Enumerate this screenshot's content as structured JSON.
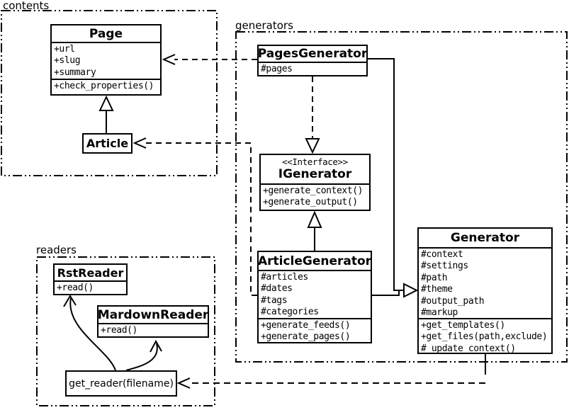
{
  "colors": {
    "background": "#ffffff",
    "ink": "#000000"
  },
  "packages": {
    "contents": {
      "label": "contents"
    },
    "generators": {
      "label": "generators"
    },
    "readers": {
      "label": "readers"
    }
  },
  "classes": {
    "page": {
      "name": "Page",
      "attributes": [
        "+url",
        "+slug",
        "+summary"
      ],
      "methods": [
        "+check_properties()"
      ]
    },
    "article": {
      "name": "Article"
    },
    "pages_generator": {
      "name": "PagesGenerator",
      "attributes": [
        "#pages"
      ]
    },
    "igenerator": {
      "stereotype": "<<Interface>>",
      "name": "IGenerator",
      "methods": [
        "+generate_context()",
        "+generate_output()"
      ]
    },
    "article_generator": {
      "name": "ArticleGenerator",
      "attributes": [
        "#articles",
        "#dates",
        "#tags",
        "#categories"
      ],
      "methods": [
        "+generate_feeds()",
        "+generate_pages()"
      ]
    },
    "generator": {
      "name": "Generator",
      "attributes": [
        "#context",
        "#settings",
        "#path",
        "#theme",
        "#output_path",
        "#markup"
      ],
      "methods": [
        "+get_templates()",
        "+get_files(path,exclude)",
        "#_update_context()"
      ]
    },
    "rst_reader": {
      "name": "RstReader",
      "methods": [
        "+read()"
      ]
    },
    "mardown_reader": {
      "name": "MardownReader",
      "methods": [
        "+read()"
      ]
    },
    "get_reader": {
      "name": "get_reader(filename)"
    }
  },
  "relationships": [
    {
      "from": "Article",
      "to": "Page",
      "type": "generalization"
    },
    {
      "from": "PagesGenerator",
      "to": "Page",
      "type": "dependency"
    },
    {
      "from": "ArticleGenerator",
      "to": "Article",
      "type": "dependency"
    },
    {
      "from": "PagesGenerator",
      "to": "IGenerator",
      "type": "realization"
    },
    {
      "from": "ArticleGenerator",
      "to": "IGenerator",
      "type": "generalization"
    },
    {
      "from": "PagesGenerator",
      "to": "Generator",
      "type": "generalization"
    },
    {
      "from": "ArticleGenerator",
      "to": "Generator",
      "type": "generalization"
    },
    {
      "from": "Generator",
      "to": "get_reader(filename)",
      "type": "dependency"
    },
    {
      "from": "get_reader(filename)",
      "to": "RstReader",
      "type": "arrow"
    },
    {
      "from": "get_reader(filename)",
      "to": "MardownReader",
      "type": "arrow"
    }
  ]
}
